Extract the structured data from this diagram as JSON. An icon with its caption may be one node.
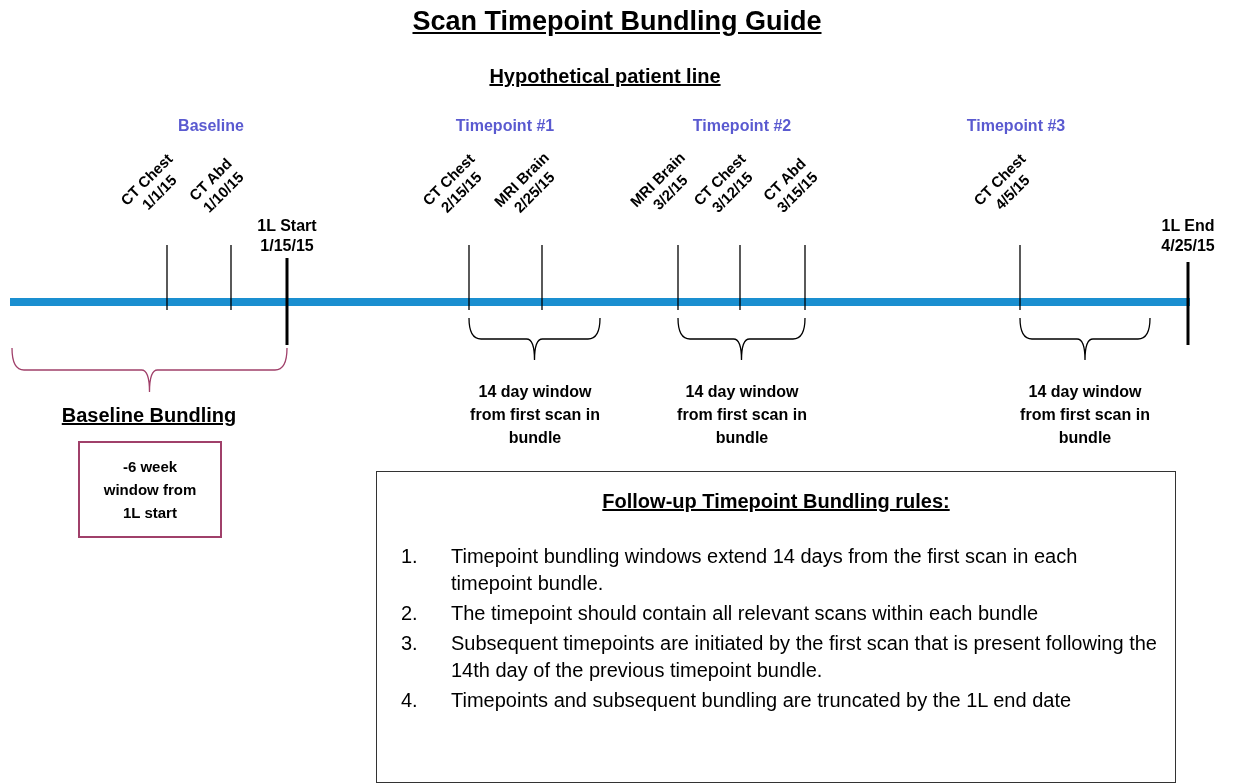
{
  "diagram": {
    "title": "Scan Timepoint Bundling Guide",
    "nodes": [
      {
        "text": [
          "Baseline Bundling",
          "-6 week window from 1L start"
        ]
      },
      {
        "text": [
          "Follow-up Timepoint Bundling rules:",
          "1. Timepoint bundling windows extend 14 days from the first scan in each timepoint bundle.",
          "2. The timepoint should contain all relevant scans within each bundle",
          "3. Subsequent timepoints are initiated by the first scan that is present following the 14th day of the previous timepoint bundle.",
          "4. Timepoints and subsequent bundling are truncated by the 1L end date"
        ]
      }
    ],
    "edges": [],
    "labels": [
      "Hypothetical patient line",
      "Baseline",
      "Timepoint #1",
      "Timepoint #2",
      "Timepoint #3",
      "CT Chest 1/1/15",
      "CT Abd 1/10/15",
      "1L Start 1/15/15",
      "CT Chest 2/15/15",
      "MRI Brain 2/25/15",
      "MRI Brain 3/2/15",
      "CT Chest 3/12/15",
      "CT Abd 3/15/15",
      "CT Chest 4/5/15",
      "1L End 4/25/15",
      "14 day window from first scan in bundle",
      "14 day window from first scan in bundle",
      "14 day window from first scan in bundle"
    ]
  }
}
